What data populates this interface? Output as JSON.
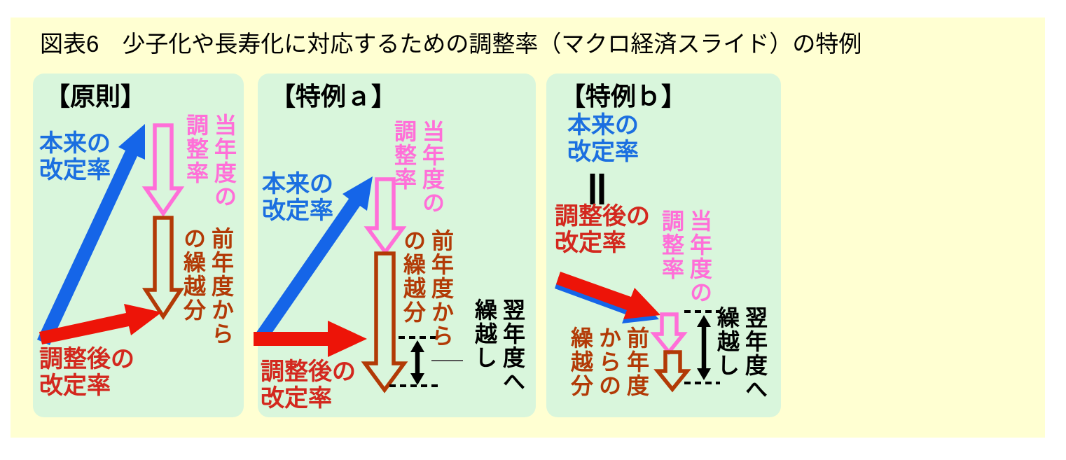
{
  "page": {
    "title": "図表6　少子化や長寿化に対応するための調整率（マクロ経済スライド）の特例"
  },
  "colors": {
    "canvas_bg": "#ffffff",
    "frame_bg": "#ffffd2",
    "panel_bg": "#d9f6dc",
    "blue": "#1565e8",
    "blue_text": "#1b6fe0",
    "red": "#ed1408",
    "red_text": "#d3281e",
    "pink": "#ff6fd8",
    "brown": "#b23a06",
    "black": "#000000",
    "thin_line": "#555555"
  },
  "panels": [
    {
      "id": "principle",
      "title": "【原則】",
      "labels": {
        "original_rate": "本来の\n改定率",
        "current_adjustment": "当年度の調整率",
        "prev_carryover": "前年度からの繰越分",
        "adjusted_rate": "調整後の\n改定率"
      }
    },
    {
      "id": "special-a",
      "title": "【特例ａ】",
      "labels": {
        "original_rate": "本来の\n改定率",
        "current_adjustment": "当年度の調整率",
        "prev_carryover": "前年度からの繰越分",
        "adjusted_rate": "調整後の\n改定率",
        "next_carryover": "翌年度へ繰越し"
      }
    },
    {
      "id": "special-b",
      "title": "【特例ｂ】",
      "labels": {
        "original_rate": "本来の\n改定率",
        "equals_symbol": "‖",
        "adjusted_rate": "調整後の\n改定率",
        "current_adjustment": "当年度の調整率",
        "prev_carryover": "前年度からの繰越分",
        "next_carryover": "翌年度へ繰越し"
      }
    }
  ]
}
